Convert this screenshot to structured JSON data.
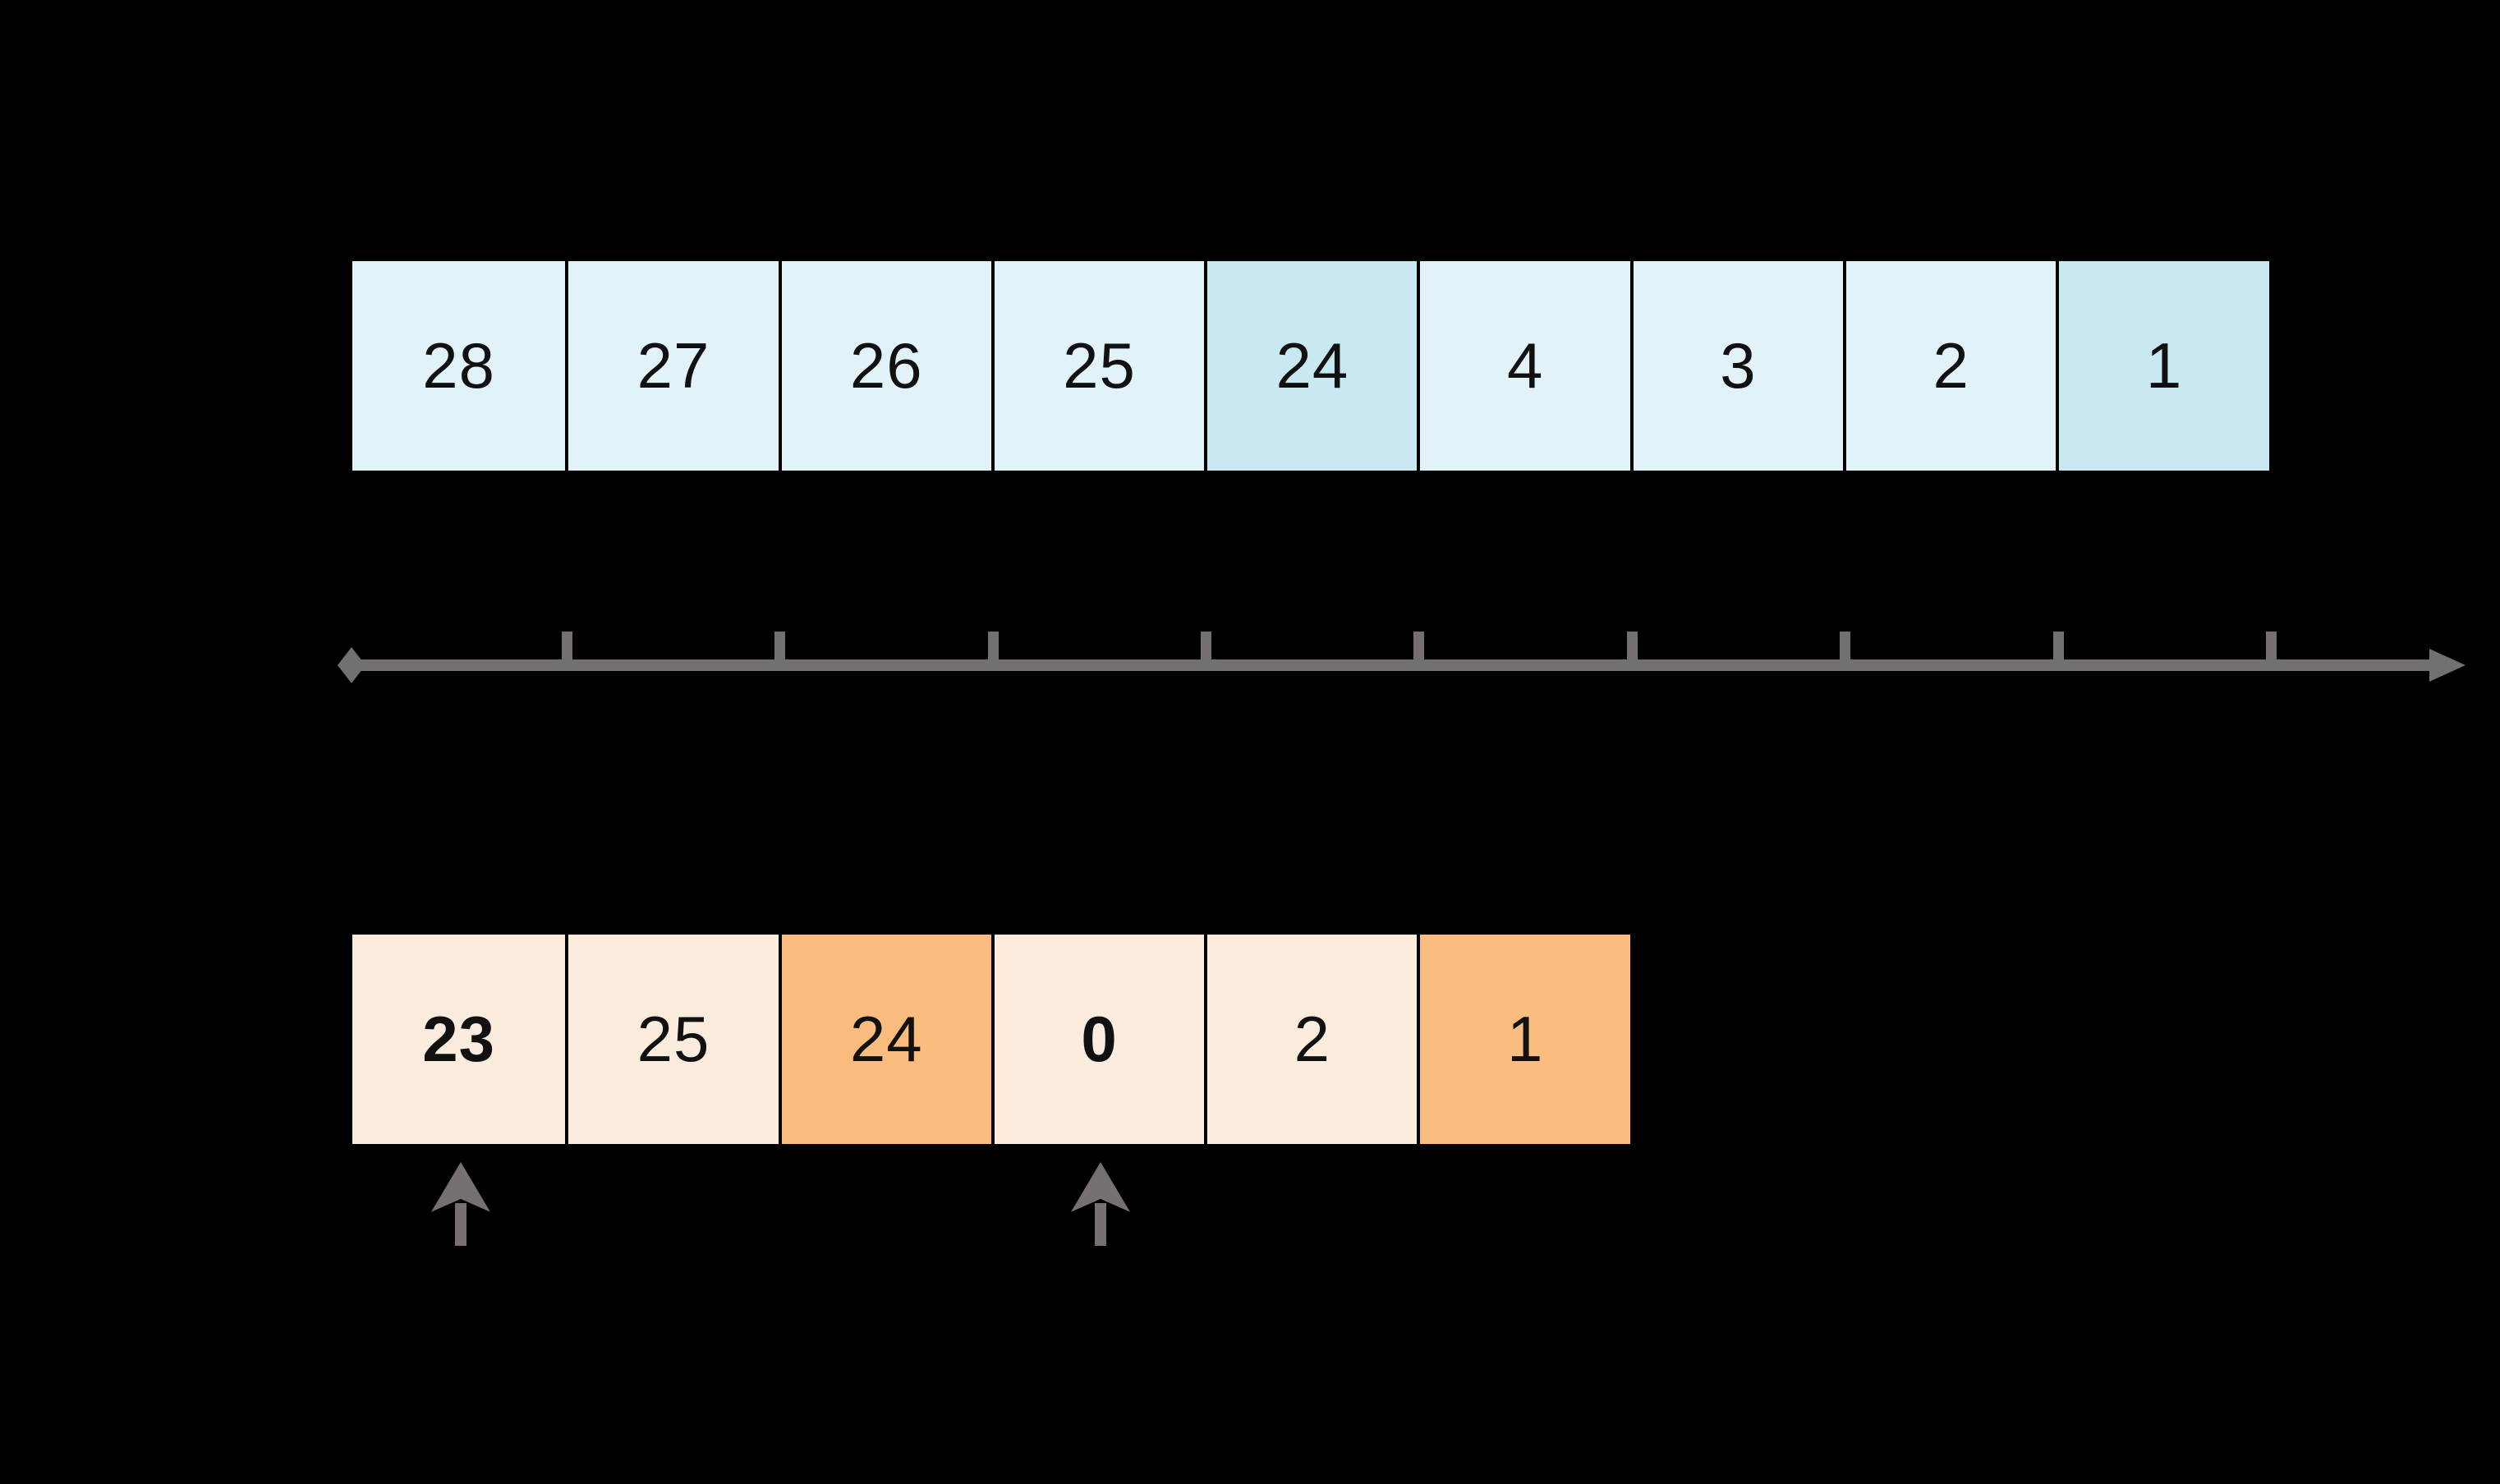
{
  "colors": {
    "background": "#000000",
    "top_cell_fill": "#E1F3F9",
    "top_cell_highlight": "#C8E8F2",
    "bottom_cell_fill": "#FCECDE",
    "bottom_cell_highlight": "#FBBC80",
    "cell_border": "#000000",
    "number_text": "#111111",
    "timeline": "#757070",
    "pointer_arrow": "#767170"
  },
  "top_array": {
    "cells": [
      {
        "value": "28",
        "highlight": false
      },
      {
        "value": "27",
        "highlight": false
      },
      {
        "value": "26",
        "highlight": false
      },
      {
        "value": "25",
        "highlight": false
      },
      {
        "value": "24",
        "highlight": true
      },
      {
        "value": "4",
        "highlight": false
      },
      {
        "value": "3",
        "highlight": false
      },
      {
        "value": "2",
        "highlight": false
      },
      {
        "value": "1",
        "highlight": true
      }
    ]
  },
  "timeline": {
    "tick_count": 9,
    "has_left_diamond": true,
    "has_right_arrowhead": true
  },
  "bottom_array": {
    "cells": [
      {
        "value": "23",
        "highlight": false,
        "bold": true
      },
      {
        "value": "25",
        "highlight": false,
        "bold": false
      },
      {
        "value": "24",
        "highlight": true,
        "bold": false
      },
      {
        "value": "0",
        "highlight": false,
        "bold": true
      },
      {
        "value": "2",
        "highlight": false,
        "bold": false
      },
      {
        "value": "1",
        "highlight": true,
        "bold": false
      }
    ]
  },
  "pointers": [
    {
      "points_to_cell_index": 0
    },
    {
      "points_to_cell_index": 3
    }
  ]
}
